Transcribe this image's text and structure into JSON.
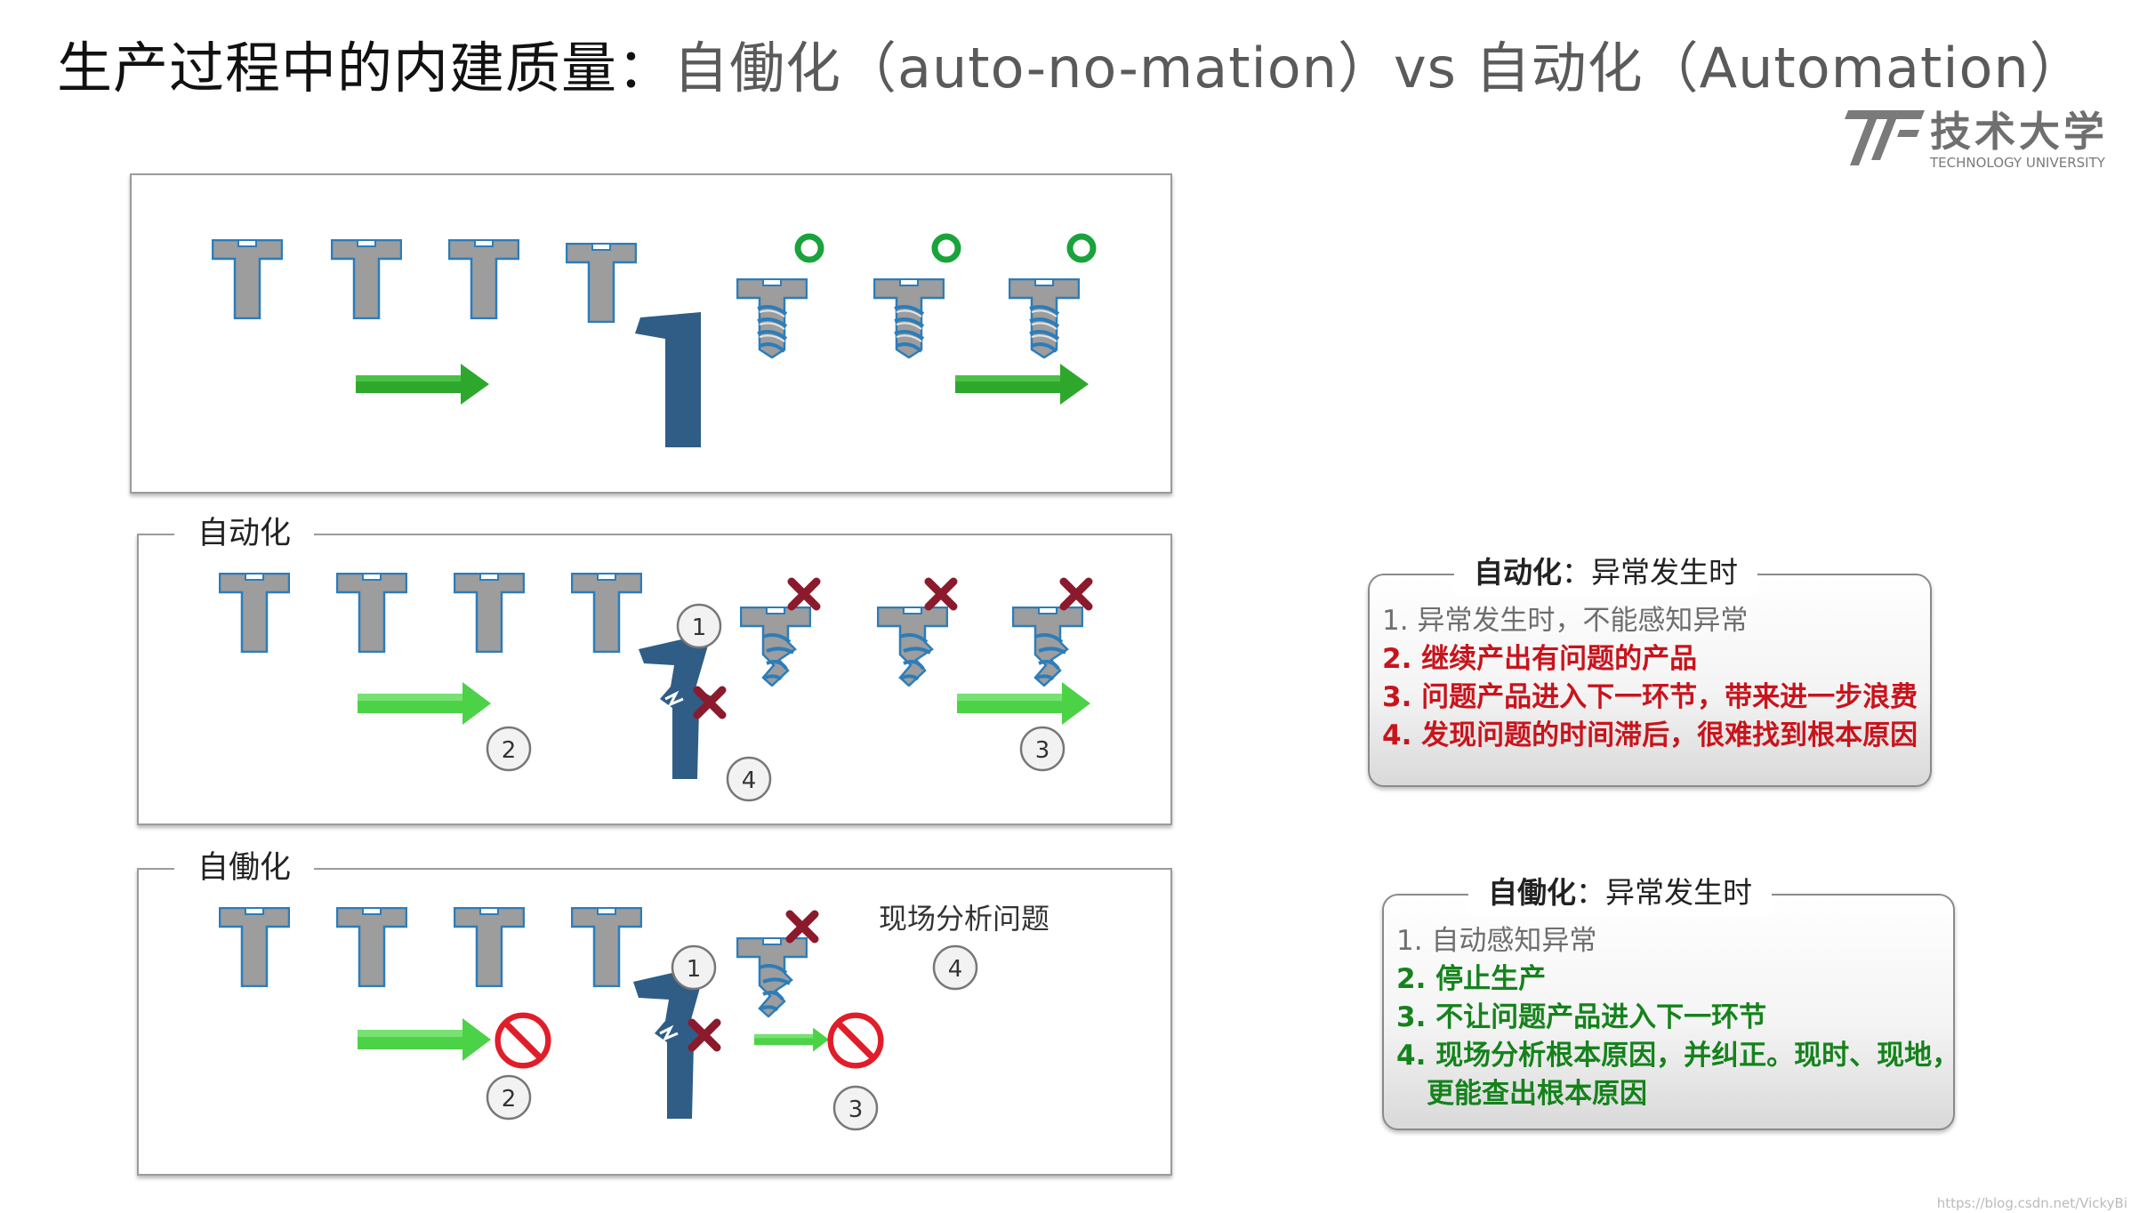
{
  "title": {
    "main": "生产过程中的内建质量：",
    "sub": "自働化（auto-no-mation）vs 自动化（Automation）"
  },
  "logo": {
    "name": "技术大学",
    "subtitle": "TECHNOLOGY UNIVERSITY"
  },
  "panels": {
    "automation": {
      "label": "自动化"
    },
    "autonomation": {
      "label": "自働化",
      "annotation": "现场分析问题"
    }
  },
  "step_badges": {
    "auto": [
      "1",
      "2",
      "3",
      "4"
    ],
    "jidoka": [
      "1",
      "2",
      "3",
      "4"
    ]
  },
  "notes": {
    "automation": {
      "title_bold": "自动化",
      "title_rest": "：异常发生时",
      "lines": [
        "1. 异常发生时，不能感知异常",
        "2. 继续产出有问题的产品",
        "3. 问题产品进入下一环节，带来进一步浪费",
        "4. 发现问题的时间滞后，很难找到根本原因"
      ]
    },
    "autonomation": {
      "title_bold": "自働化",
      "title_rest": "：异常发生时",
      "lines": [
        "1. 自动感知异常",
        "2. 停止生产",
        "3. 不让问题产品进入下一环节",
        "4. 现场分析根本原因，并纠正。现时、现地，",
        "更能查出根本原因"
      ]
    }
  },
  "watermark": "https://blog.csdn.net/VickyBi",
  "colors": {
    "part_fill": "#9d9d9d",
    "part_stroke": "#2c7dba",
    "tool": "#2f5d85",
    "arrow_dark": "#2ea82c",
    "arrow_light": "#4cd247",
    "ok_ring": "#1aa33a",
    "defect_x": "#8b1a2c",
    "stop": "#e01e2a",
    "red_text": "#c8141c",
    "green_text": "#15821c"
  }
}
